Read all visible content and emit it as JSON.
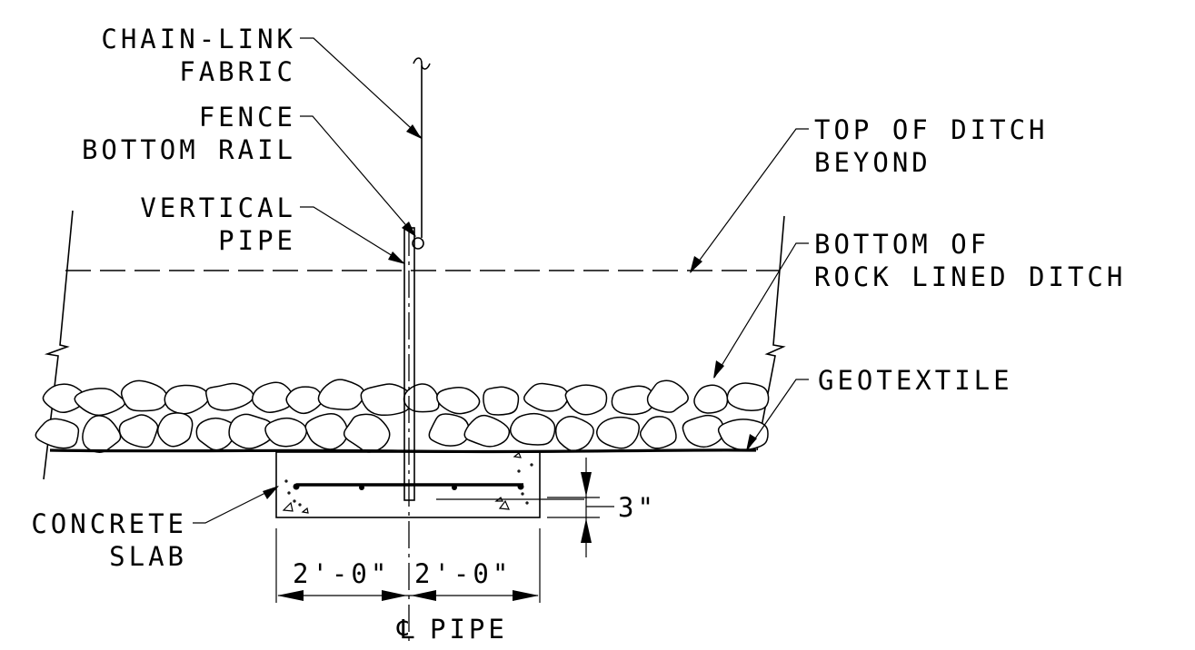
{
  "labels": {
    "chain_link_1": "CHAIN-LINK",
    "chain_link_2": "FABRIC",
    "fence_rail_1": "FENCE",
    "fence_rail_2": "BOTTOM RAIL",
    "vertical_pipe_1": "VERTICAL",
    "vertical_pipe_2": "PIPE",
    "top_ditch_1": "TOP OF DITCH",
    "top_ditch_2": "BEYOND",
    "bottom_ditch_1": "BOTTOM OF",
    "bottom_ditch_2": "ROCK LINED DITCH",
    "geotextile": "GEOTEXTILE",
    "concrete_1": "CONCRETE",
    "concrete_2": "SLAB",
    "dim_3in": "3\"",
    "dim_left": "2'-0\"",
    "dim_right": "2'-0\"",
    "centerline_symbol": "℄",
    "centerline_pipe": "PIPE"
  }
}
